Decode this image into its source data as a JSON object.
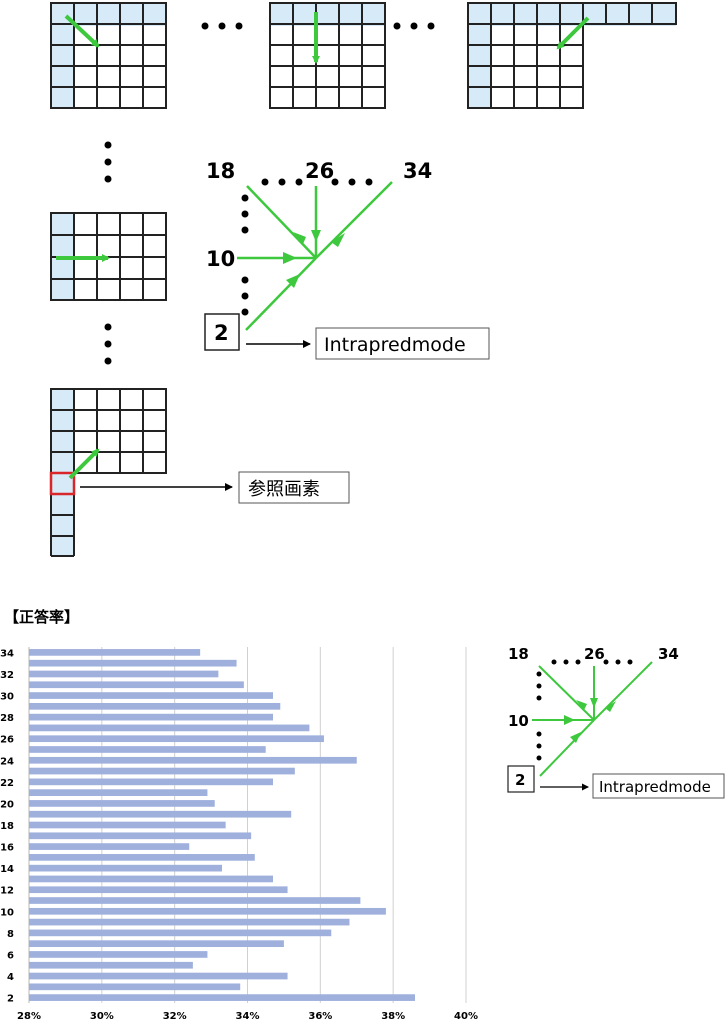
{
  "diagram": {
    "label_18": "18",
    "label_26": "26",
    "label_34": "34",
    "label_10": "10",
    "label_2": "2",
    "intrapredmode_label": "Intrapredmode",
    "reference_pixel_label": "参照画素",
    "arrow_color": "#3dc83d",
    "reference_cell_color": "#d6eaf8",
    "highlight_color": "#d9262b"
  },
  "chart_title": "【正答率】",
  "chart_data": {
    "type": "bar",
    "orientation": "horizontal",
    "title": "【正答率】",
    "xlabel": "",
    "ylabel": "",
    "xlim": [
      28,
      40
    ],
    "x_tick_values": [
      28,
      30,
      32,
      34,
      36,
      38,
      40
    ],
    "x_tick_labels": [
      "28%",
      "30%",
      "32%",
      "34%",
      "36%",
      "38%",
      "40%"
    ],
    "y_tick_labels": [
      "2",
      "4",
      "6",
      "8",
      "10",
      "12",
      "14",
      "16",
      "18",
      "20",
      "22",
      "24",
      "26",
      "28",
      "30",
      "32",
      "34"
    ],
    "categories": [
      2,
      3,
      4,
      5,
      6,
      7,
      8,
      9,
      10,
      11,
      12,
      13,
      14,
      15,
      16,
      17,
      18,
      19,
      20,
      21,
      22,
      23,
      24,
      25,
      26,
      27,
      28,
      29,
      30,
      31,
      32,
      33,
      34
    ],
    "values": [
      38.6,
      33.8,
      35.1,
      32.5,
      32.9,
      35.0,
      36.3,
      36.8,
      37.8,
      37.1,
      35.1,
      34.7,
      33.3,
      34.2,
      32.4,
      34.1,
      33.4,
      35.2,
      33.1,
      32.9,
      34.7,
      35.3,
      37.0,
      34.5,
      36.1,
      35.7,
      34.7,
      34.9,
      34.7,
      33.9,
      33.2,
      33.7,
      32.7
    ],
    "bar_color": "#9fb0dd",
    "grid": true,
    "grid_color": "#d0d0d0",
    "legend": "none"
  }
}
